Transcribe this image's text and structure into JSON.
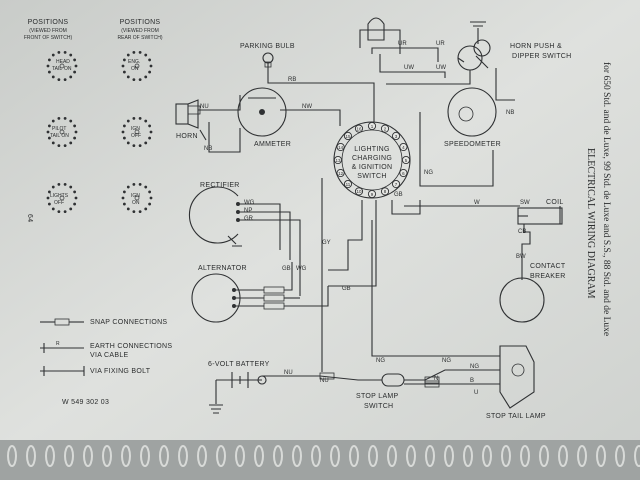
{
  "title": "ELECTRICAL WIRING DIAGRAM",
  "subtitle": "for 650 Std. and de Luxe, 99 Std. de Luxe and S.S., 88 Std. and de Luxe",
  "page_number": "64",
  "part_number": "W 549 302 03",
  "positions": {
    "col1_heading": [
      "POSITIONS",
      "(VIEWED FROM",
      "FRONT OF SWITCH)"
    ],
    "col2_heading": [
      "POSITIONS",
      "(VIEWED FROM",
      "REAR OF SWITCH)"
    ],
    "row1_front": [
      "HEAD",
      "TAIL",
      "ON"
    ],
    "row1_rear": [
      "ENG.",
      "ON"
    ],
    "row2_front": [
      "PILOT",
      "TAIL ON"
    ],
    "row2_rear": [
      "IGN",
      "OFF"
    ],
    "row3_front": [
      "LIGHTS",
      "OFF"
    ],
    "row3_rear": [
      "IGN",
      "ON"
    ]
  },
  "components": {
    "parking_bulb": "PARKING BULB",
    "horn_push": [
      "HORN PUSH &",
      "DIPPER SWITCH"
    ],
    "horn": "HORN",
    "ammeter": "AMMETER",
    "speedometer": "SPEEDOMETER",
    "switch": [
      "LIGHTING",
      "CHARGING",
      "& IGNITION",
      "SWITCH"
    ],
    "rectifier": "RECTIFIER",
    "alternator": "ALTERNATOR",
    "coil": "COIL",
    "contact_breaker": [
      "CONTACT",
      "BREAKER"
    ],
    "battery": "6-VOLT BATTERY",
    "stop_switch": [
      "STOP LAMP",
      "SWITCH"
    ],
    "stop_tail": "STOP TAIL LAMP"
  },
  "legend": {
    "snap": "SNAP CONNECTIONS",
    "earth_cable": [
      "EARTH CONNECTIONS",
      "VIA CABLE"
    ],
    "earth_cable_tag": "R",
    "fixing": "VIA FIXING BOLT"
  },
  "wire_codes": {
    "ur1": "UR",
    "ur2": "UR",
    "uw1": "UW",
    "uw2": "UW",
    "rb": "RB",
    "nu": "NU",
    "nw": "NW",
    "nb1": "NB",
    "nb2": "NB",
    "ng1": "NG",
    "gb1": "GB",
    "gb2": "GB",
    "gb3": "GB",
    "gy": "GY",
    "wg1": "WG",
    "np": "NP",
    "gr": "GR",
    "wg2": "WG",
    "w": "W",
    "sw": "SW",
    "cb": "CB",
    "bw": "BW",
    "nu2": "NU",
    "nu3": "NU",
    "n": "N",
    "ng2": "NG",
    "ng3": "NG",
    "ng4": "NG",
    "b": "B",
    "u": "U"
  },
  "switch_terminals": [
    "1",
    "2",
    "3",
    "4",
    "5",
    "6",
    "7",
    "8",
    "9",
    "10",
    "11",
    "12",
    "13",
    "14",
    "15",
    "16"
  ]
}
